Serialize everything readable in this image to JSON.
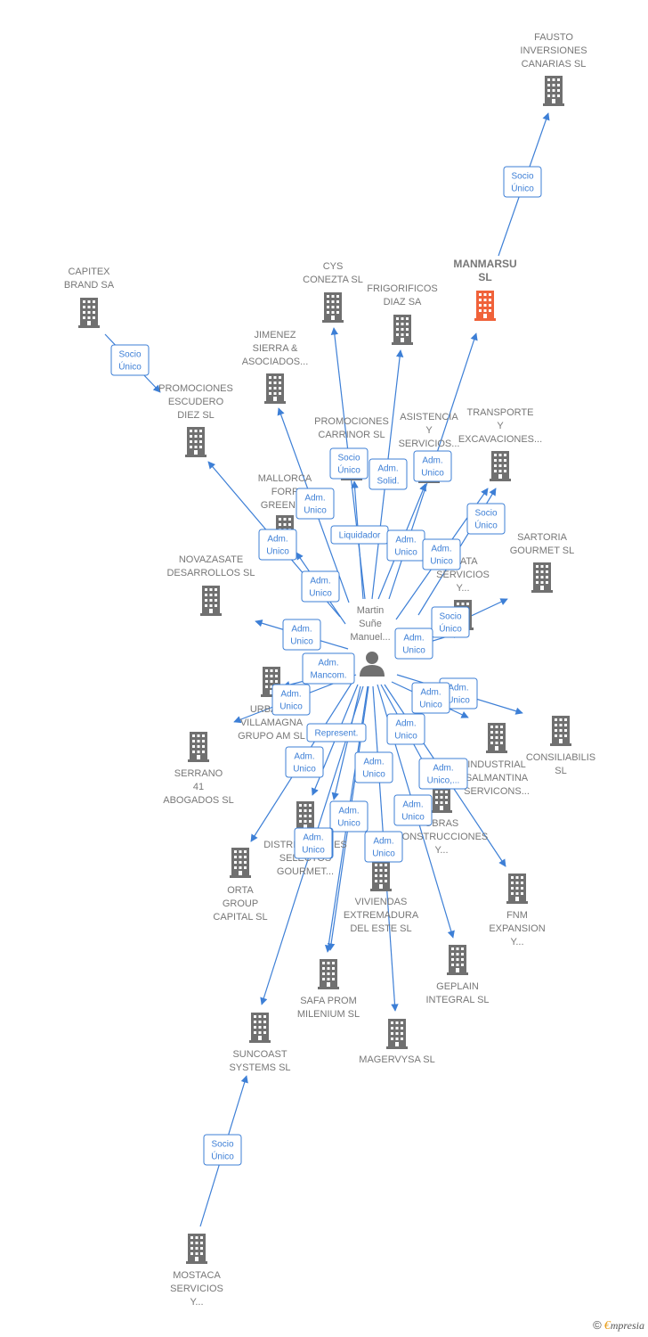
{
  "diagram": {
    "center": {
      "label_lines": [
        "Martin",
        "Suñe",
        "Manuel..."
      ]
    },
    "nodes": [
      {
        "id": "fausto",
        "label_lines": [
          "FAUSTO",
          "INVERSIONES",
          "CANARIAS  SL"
        ],
        "highlight": false
      },
      {
        "id": "manmarsu",
        "label_lines": [
          "MANMARSU",
          "SL"
        ],
        "highlight": true
      },
      {
        "id": "capitex",
        "label_lines": [
          "CAPITEX",
          "BRAND SA"
        ],
        "highlight": false
      },
      {
        "id": "cys",
        "label_lines": [
          "CYS",
          "CONEZTA SL"
        ],
        "highlight": false
      },
      {
        "id": "frigorificos",
        "label_lines": [
          "FRIGORIFICOS",
          "DIAZ SA"
        ],
        "highlight": false
      },
      {
        "id": "jimenez",
        "label_lines": [
          "JIMENEZ",
          "SIERRA &",
          "ASOCIADOS..."
        ],
        "highlight": false
      },
      {
        "id": "promociones_escudero",
        "label_lines": [
          "PROMOCIONES",
          "ESCUDERO",
          "DIEZ  SL"
        ],
        "highlight": false
      },
      {
        "id": "promociones_carrinor",
        "label_lines": [
          "PROMOCIONES",
          "CARRINOR SL"
        ],
        "highlight": false
      },
      {
        "id": "asistencia",
        "label_lines": [
          "ASISTENCIA",
          "Y",
          "SERVICIOS..."
        ],
        "highlight": false
      },
      {
        "id": "transporte",
        "label_lines": [
          "TRANSPORTE",
          "Y",
          "EXCAVACIONES..."
        ],
        "highlight": false
      },
      {
        "id": "mallorca",
        "label_lines": [
          "MALLORCA",
          "FORP",
          "GREEN 20"
        ],
        "highlight": false
      },
      {
        "id": "sartoria",
        "label_lines": [
          "SARTORIA",
          "GOURMET  SL"
        ],
        "highlight": false
      },
      {
        "id": "novazasate",
        "label_lines": [
          "NOVAZASATE",
          "DESARROLLOS SL"
        ],
        "highlight": false
      },
      {
        "id": "plata",
        "label_lines": [
          "PLATA",
          "SERVICIOS",
          "Y..."
        ],
        "highlight": false
      },
      {
        "id": "urbanizaciones",
        "label_lines": [
          "URBANIZ",
          "VILLAMAGNA",
          "GRUPO AM SL"
        ],
        "highlight": false
      },
      {
        "id": "consiliabilis",
        "label_lines": [
          "CONSILIABILIS",
          "SL"
        ],
        "highlight": false
      },
      {
        "id": "serrano",
        "label_lines": [
          "SERRANO",
          "41",
          "ABOGADOS  SL"
        ],
        "highlight": false
      },
      {
        "id": "industrial",
        "label_lines": [
          "INDUSTRIAL",
          "SALMANTINA",
          "SERVICONS..."
        ],
        "highlight": false
      },
      {
        "id": "obras",
        "label_lines": [
          "OBRAS",
          "CONSTRUCCIONES",
          "Y..."
        ],
        "highlight": false
      },
      {
        "id": "distribuciones",
        "label_lines": [
          "DISTRIBUCIONES",
          "SELECTOS",
          "GOURMET..."
        ],
        "highlight": false
      },
      {
        "id": "orta",
        "label_lines": [
          "ORTA",
          "GROUP",
          "CAPITAL  SL"
        ],
        "highlight": false
      },
      {
        "id": "viviendas",
        "label_lines": [
          "VIVIENDAS",
          "EXTREMADURA",
          "DEL ESTE SL"
        ],
        "highlight": false
      },
      {
        "id": "fnm",
        "label_lines": [
          "FNM",
          "EXPANSION",
          "Y..."
        ],
        "highlight": false
      },
      {
        "id": "geplain",
        "label_lines": [
          "GEPLAIN",
          "INTEGRAL SL"
        ],
        "highlight": false
      },
      {
        "id": "safa",
        "label_lines": [
          "SAFA PROM",
          "MILENIUM SL"
        ],
        "highlight": false
      },
      {
        "id": "magervysa",
        "label_lines": [
          "MAGERVYSA SL"
        ],
        "highlight": false
      },
      {
        "id": "suncoast",
        "label_lines": [
          "SUNCOAST",
          "SYSTEMS  SL"
        ],
        "highlight": false
      },
      {
        "id": "mostaca",
        "label_lines": [
          "MOSTACA",
          "SERVICIOS",
          "Y..."
        ],
        "highlight": false
      }
    ],
    "edges": [
      {
        "from": "manmarsu",
        "to": "fausto",
        "label_lines": [
          "Socio",
          "Único"
        ]
      },
      {
        "from": "capitex",
        "to": "promociones_escudero",
        "label_lines": [
          "Socio",
          "Único"
        ]
      },
      {
        "from": "center",
        "to": "cys",
        "label_lines": [
          "Socio",
          "Único"
        ]
      },
      {
        "from": "center",
        "to": "frigorificos",
        "label_lines": [
          "Adm.",
          "Solid."
        ]
      },
      {
        "from": "center",
        "to": "manmarsu",
        "label_lines": [
          "Adm.",
          "Unico"
        ]
      },
      {
        "from": "center",
        "to": "jimenez",
        "label_lines": [
          "Adm.",
          "Unico"
        ]
      },
      {
        "from": "center",
        "to": "promociones_escudero",
        "label_lines": [
          "Adm.",
          "Unico"
        ]
      },
      {
        "from": "center",
        "to": "promociones_carrinor",
        "label_lines": [
          "Liquidador"
        ]
      },
      {
        "from": "center",
        "to": "asistencia",
        "label_lines": [
          "Adm.",
          "Unico"
        ]
      },
      {
        "from": "center",
        "to": "transporte",
        "label_lines": [
          "Adm.",
          "Unico"
        ]
      },
      {
        "from": "center",
        "to": "mallorca",
        "label_lines": [
          "Adm.",
          "Unico"
        ]
      },
      {
        "from": "center",
        "to": "transporte",
        "label_lines": [
          "Socio",
          "Único"
        ]
      },
      {
        "from": "center",
        "to": "sartoria",
        "label_lines": [
          "Socio",
          "Único"
        ]
      },
      {
        "from": "center",
        "to": "novazasate",
        "label_lines": [
          "Adm.",
          "Unico"
        ]
      },
      {
        "from": "center",
        "to": "plata",
        "label_lines": [
          "Adm.",
          "Unico"
        ]
      },
      {
        "from": "center",
        "to": "urbanizaciones",
        "label_lines": [
          "Adm.",
          "Mancom."
        ]
      },
      {
        "from": "center",
        "to": "urbanizaciones",
        "label_lines": [
          "Adm.",
          "Unico"
        ]
      },
      {
        "from": "center",
        "to": "consiliabilis",
        "label_lines": [
          "Adm.",
          "Unico"
        ]
      },
      {
        "from": "center",
        "to": "industrial",
        "label_lines": [
          "Adm.",
          "Unico"
        ]
      },
      {
        "from": "center",
        "to": "serrano",
        "label_lines": [
          "Represent."
        ]
      },
      {
        "from": "center",
        "to": "obras",
        "label_lines": [
          "Adm.",
          "Unico"
        ]
      },
      {
        "from": "center",
        "to": "distribuciones",
        "label_lines": [
          "Adm.",
          "Unico"
        ]
      },
      {
        "from": "center",
        "to": "orta",
        "label_lines": [
          "Adm.",
          "Unico"
        ]
      },
      {
        "from": "center",
        "to": "fnm",
        "label_lines": [
          "Adm.",
          "Unico,..."
        ]
      },
      {
        "from": "center",
        "to": "viviendas",
        "label_lines": [
          "Adm.",
          "Unico"
        ]
      },
      {
        "from": "center",
        "to": "geplain",
        "label_lines": [
          "Adm.",
          "Unico"
        ]
      },
      {
        "from": "center",
        "to": "safa",
        "label_lines": [
          "Adm.",
          "Unico"
        ]
      },
      {
        "from": "center",
        "to": "magervysa",
        "label_lines": [
          "Adm.",
          "Unico"
        ]
      },
      {
        "from": "center",
        "to": "suncoast",
        "label_lines": [
          "Adm.",
          "Unico"
        ]
      },
      {
        "from": "mostaca",
        "to": "suncoast",
        "label_lines": [
          "Socio",
          "Único"
        ]
      }
    ],
    "colors": {
      "edge": "#3d7fd6",
      "building": "#707070",
      "highlight_building": "#f0623a",
      "person": "#707070"
    }
  },
  "footer": {
    "copyright_symbol": "©",
    "brand_initial": "€",
    "brand_rest": "mpresia"
  }
}
